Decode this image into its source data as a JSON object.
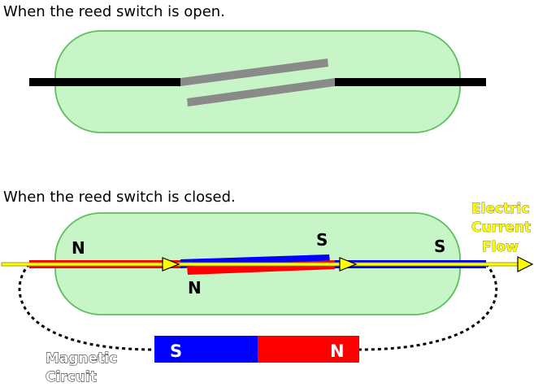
{
  "open_section": {
    "caption": "When the reed switch is open."
  },
  "closed_section": {
    "caption": "When the reed switch is closed.",
    "lead_left_pole": "N",
    "reed_upper_pole": "S",
    "reed_lower_pole": "N",
    "lead_right_pole": "S",
    "current_flow_lines": [
      "Electric",
      "Current",
      "Flow"
    ],
    "magnetic_circuit_lines": [
      "Magnetic",
      "Circuit"
    ],
    "magnet": {
      "left_pole": "S",
      "right_pole": "N"
    }
  },
  "colors": {
    "glass": "#c8f5c8",
    "glass_border": "#5cc05c",
    "lead": "#000000",
    "reed": "#8a8a8a",
    "north": "#ff0000",
    "south": "#0000ff",
    "current": "#ffff00"
  }
}
